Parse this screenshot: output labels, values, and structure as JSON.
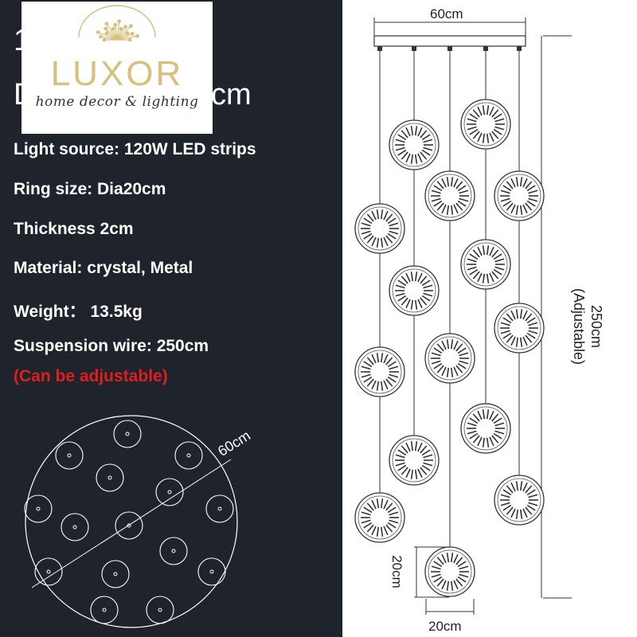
{
  "logo": {
    "brand": "LUXOR",
    "tagline": "home decor & lighting",
    "colors": {
      "gold": "#d8bf7c",
      "tagline": "#333333"
    }
  },
  "header": {
    "partial_top": "1",
    "partial_dim_prefix": "D",
    "partial_dim_suffix": "cm"
  },
  "specs": {
    "light_source": "Light source: 120W LED strips",
    "ring_size": "Ring size: Dia20cm",
    "thickness": "Thickness 2cm",
    "material": "Material: crystal, Metal",
    "weight": "Weight： 13.5kg",
    "wire": "Suspension wire: 250cm",
    "adjust_note": "(Can be adjustable)"
  },
  "top_view": {
    "diameter_label": "60cm"
  },
  "side_view": {
    "canopy_width_label": "60cm",
    "height_label": "250cm",
    "height_note": "(Adjustable)",
    "ring_height_label": "20cm",
    "ring_width_label": "20cm"
  },
  "colors": {
    "panel_bg": "#1f232c",
    "spec_text": "#ffffff",
    "note_text": "#e11d1d",
    "line": "#333333"
  },
  "icons": [
    "ring-icon",
    "crystal-ring-icon",
    "canopy-icon"
  ]
}
